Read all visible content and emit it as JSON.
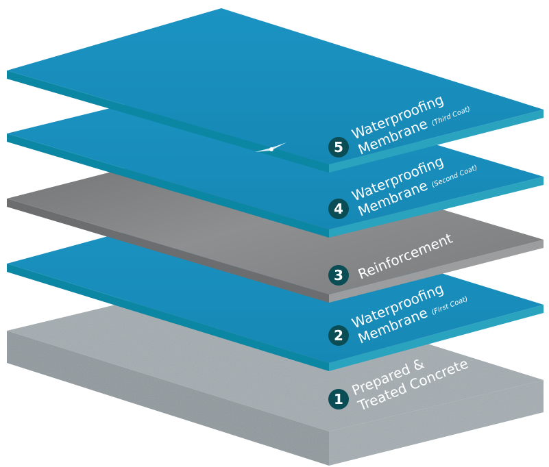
{
  "title": "Waterproofing system layers",
  "colors": {
    "membrane": "#1890bf",
    "membrane_edge": "#0b7f9c",
    "reinforcement": "#8a8b8c",
    "concrete": "#9aa3a8",
    "badge": "#0a4d55"
  },
  "layers": [
    {
      "number": "5",
      "line1": "Waterproofing",
      "line2": "Membrane",
      "note": "(Third Coat)"
    },
    {
      "number": "4",
      "line1": "Waterproofing",
      "line2": "Membrane",
      "note": "(Second Coat)"
    },
    {
      "number": "3",
      "line1": "Reinforcement",
      "line2": "",
      "note": ""
    },
    {
      "number": "2",
      "line1": "Waterproofing",
      "line2": "Membrane",
      "note": "(First Coat)"
    },
    {
      "number": "1",
      "line1": "Prepared &",
      "line2": "Treated Concrete",
      "note": ""
    }
  ]
}
